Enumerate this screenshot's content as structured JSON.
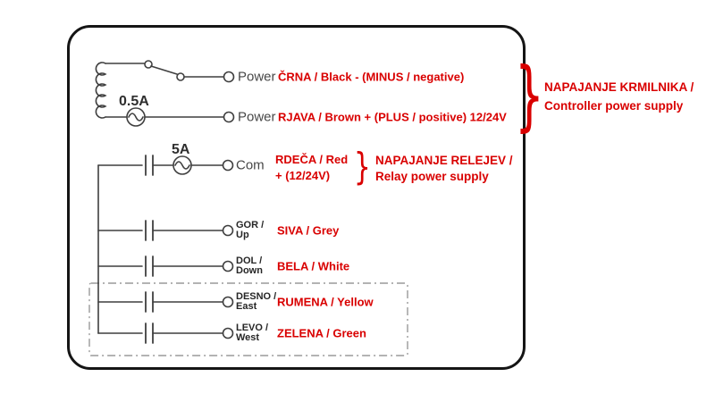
{
  "colors": {
    "red": "#d90000",
    "line": "#3f3f3f",
    "frame": "#151515",
    "dashbox": "#9a9a9a"
  },
  "icons": {
    "brace": "}"
  },
  "controller_power": {
    "fuse_rating": "0.5A",
    "rows": [
      {
        "terminal": "Power",
        "wire": "ČRNA / Black - (MINUS / negative)"
      },
      {
        "terminal": "Power",
        "wire": "RJAVA / Brown + (PLUS / positive) 12/24V"
      }
    ],
    "group_label_line1": "NAPAJANJE KRMILNIKA /",
    "group_label_line2": "Controller power supply"
  },
  "relay_power": {
    "fuse_rating": "5A",
    "terminal": "Com",
    "wire_line1": "RDEČA / Red",
    "wire_line2": "+ (12/24V)",
    "group_label_line1": "NAPAJANJE RELEJEV /",
    "group_label_line2": "Relay power supply"
  },
  "relay_outputs": [
    {
      "terminal_line1": "GOR /",
      "terminal_line2": "Up",
      "wire": "SIVA / Grey"
    },
    {
      "terminal_line1": "DOL /",
      "terminal_line2": "Down",
      "wire": "BELA / White"
    },
    {
      "terminal_line1": "DESNO /",
      "terminal_line2": "East",
      "wire": "RUMENA / Yellow"
    },
    {
      "terminal_line1": "LEVO /",
      "terminal_line2": "West",
      "wire": "ZELENA / Green"
    }
  ]
}
